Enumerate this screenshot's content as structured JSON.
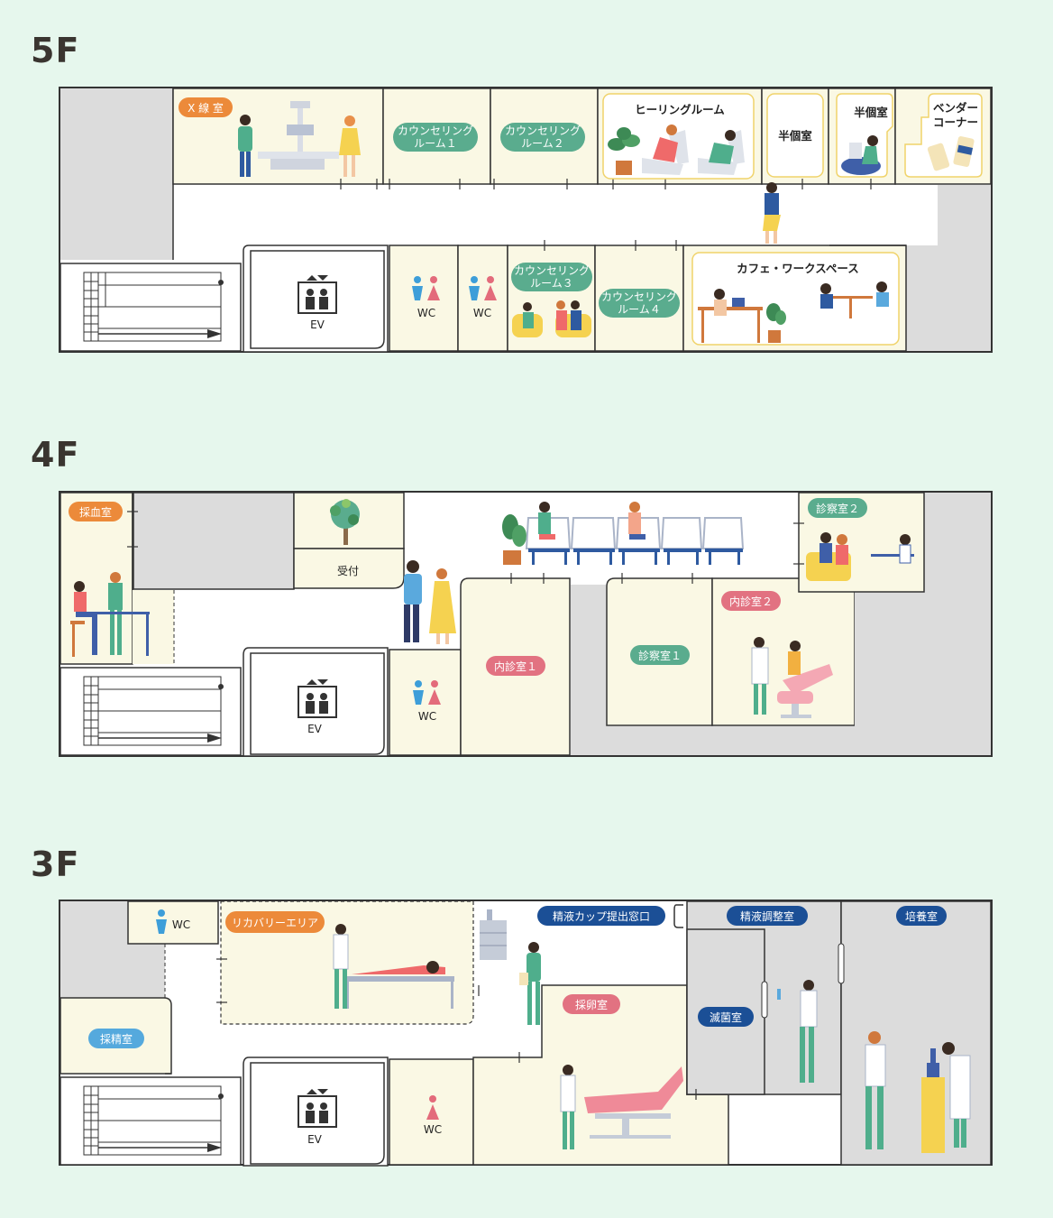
{
  "colors": {
    "background": "#e6f7ed",
    "room": "#faf8e4",
    "corridor": "#ffffff",
    "gray": "#dcdcdc",
    "wall": "#333333",
    "green_pill": "#5aac8e",
    "orange_pill": "#ec8a3a",
    "red_pill": "#e27281",
    "blue_pill": "#1b4f96",
    "sky_pill": "#55a9dd",
    "yellow_border": "#f0d36a"
  },
  "floors": [
    {
      "label": "5F",
      "rooms": {
        "xray": "X 線 室",
        "counseling1": [
          "カウンセリング",
          "ルーム１"
        ],
        "counseling2": [
          "カウンセリング",
          "ルーム２"
        ],
        "healing": "ヒーリングルーム",
        "semi_private_a": "半個室",
        "semi_private_b": "半個室",
        "vendor": [
          "ベンダー",
          "コーナー"
        ],
        "ev": "EV",
        "wc_a": "WC",
        "wc_b": "WC",
        "counseling3": [
          "カウンセリング",
          "ルーム３"
        ],
        "counseling4": [
          "カウンセリング",
          "ルーム４"
        ],
        "cafe": "カフェ・ワークスペース"
      }
    },
    {
      "label": "4F",
      "rooms": {
        "blood": "採血室",
        "reception": "受付",
        "exam2": "診察室２",
        "internal2": "内診室２",
        "internal1": "内診室１",
        "exam1": "診察室１",
        "ev": "EV",
        "wc": "WC"
      }
    },
    {
      "label": "3F",
      "rooms": {
        "wc_top": "WC",
        "recovery": "リカバリーエリア",
        "semen_window": "精液カップ提出窓口",
        "semen_prep": "精液調整室",
        "culture": "培養室",
        "sterilization": "滅菌室",
        "egg_retrieval": "採卵室",
        "semen_collection": "採精室",
        "ev": "EV",
        "wc": "WC"
      }
    }
  ]
}
